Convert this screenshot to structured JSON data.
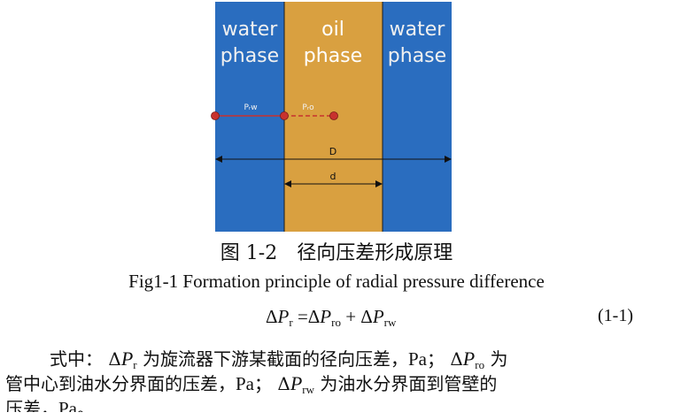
{
  "figure": {
    "panels": [
      {
        "label_line1": "water",
        "label_line2": "phase",
        "color": "#2A6DBF"
      },
      {
        "label_line1": "oil",
        "label_line2": "phase",
        "color": "#D9A040"
      },
      {
        "label_line1": "water",
        "label_line2": "phase",
        "color": "#2A6DBF"
      }
    ],
    "label_prw": "Pᵣw",
    "label_pro": "Pᵣo",
    "label_D": "D",
    "label_d": "d",
    "marker_color": "#C8322E",
    "caption_cn": "图 1-2　径向压差形成原理",
    "caption_en": "Fig1-1 Formation principle of radial pressure difference"
  },
  "equation": {
    "number": "(1-1)"
  },
  "text": {
    "line1_pre": "式中：",
    "line1_mid": "为旋流器下游某截面的径向压差，",
    "line1_unit": "Pa",
    "line1_sep": "；",
    "line1_end": "为",
    "line2_a": "管中心到油水分界面的压差，",
    "line2_unit": "Pa",
    "line2_sep": "；",
    "line2_b": "为油水分界面到管壁的",
    "line3_a": "压差，",
    "line3_unit": "Pa",
    "line3_end": "。"
  }
}
